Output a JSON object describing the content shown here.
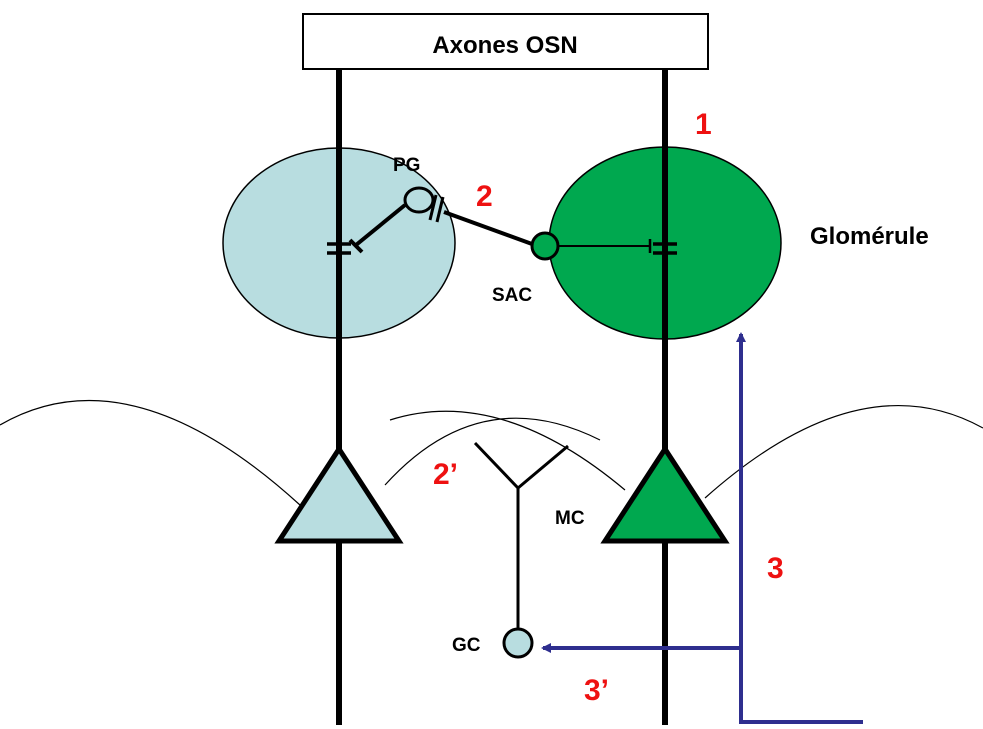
{
  "labels": {
    "axon_box": "Axones OSN",
    "pg": "PG",
    "sac": "SAC",
    "glomerule": "Glomérule",
    "mc": "MC",
    "gc": "GC"
  },
  "markers": {
    "m1": "1",
    "m2": "2",
    "m2p": "2’",
    "m3": "3",
    "m3p": "3’"
  },
  "colors": {
    "light_blue": "#b8dde0",
    "green": "#00a84f",
    "marker_red": "#ee1111",
    "feedback_blue": "#2e2e8e"
  }
}
